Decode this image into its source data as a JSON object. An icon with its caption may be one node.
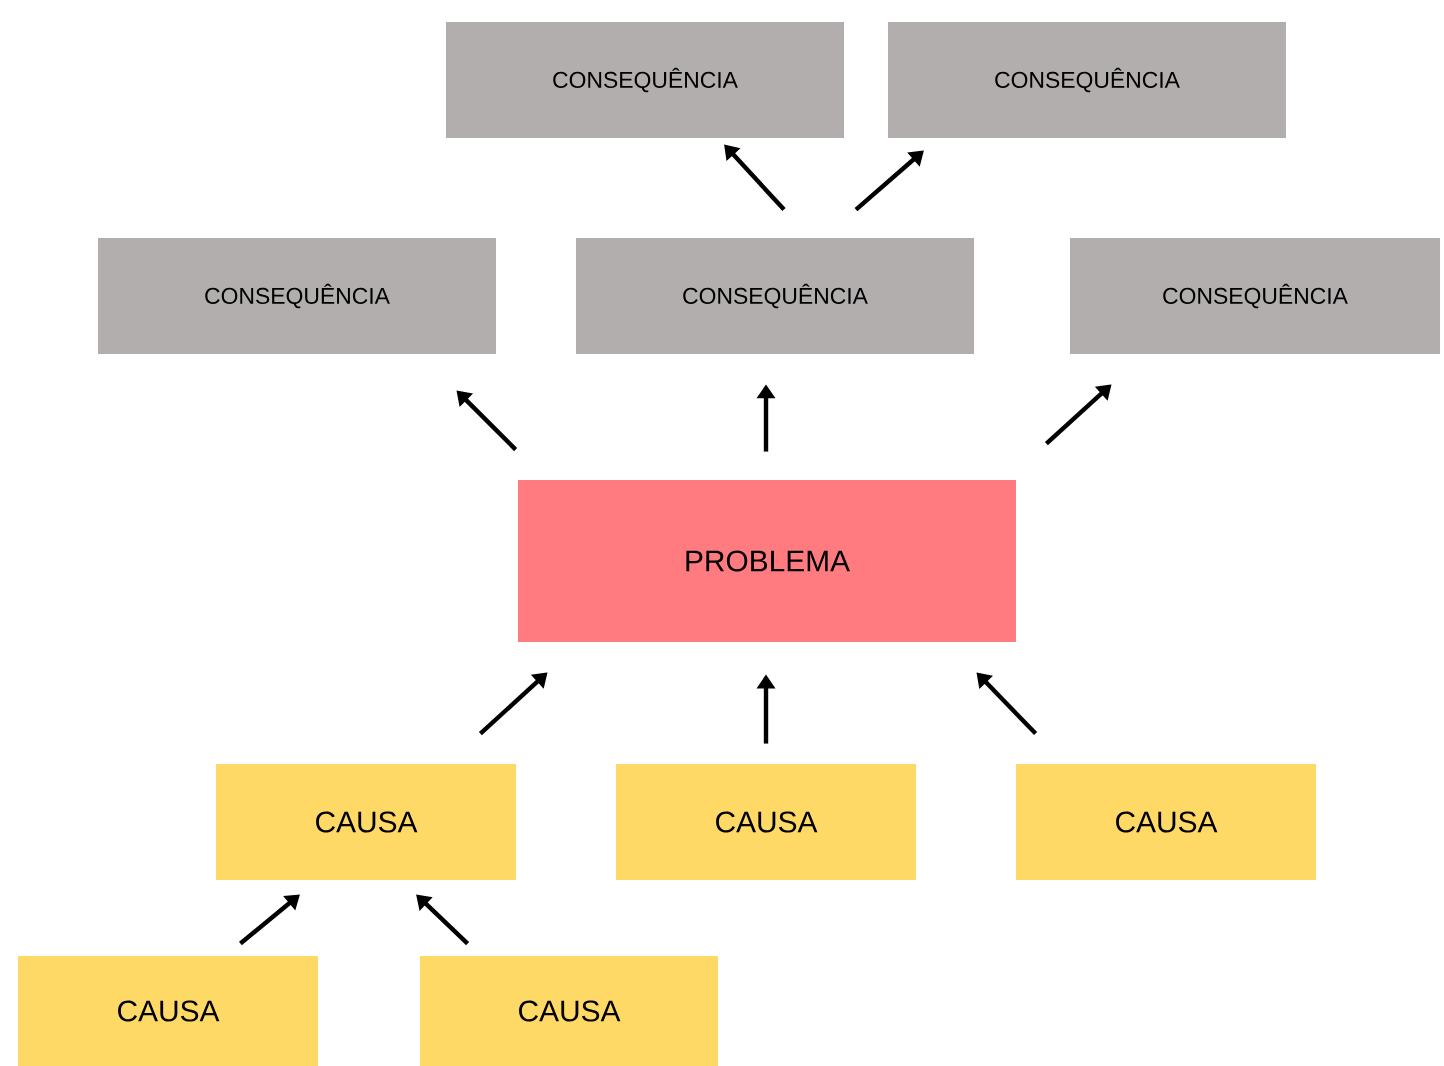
{
  "diagram": {
    "nodes": [
      {
        "text": [
          "CONSEQUÊNCIA"
        ]
      },
      {
        "text": [
          "CONSEQUÊNCIA"
        ]
      },
      {
        "text": [
          "CONSEQUÊNCIA"
        ]
      },
      {
        "text": [
          "CONSEQUÊNCIA"
        ]
      },
      {
        "text": [
          "CONSEQUÊNCIA"
        ]
      },
      {
        "text": [
          "PROBLEMA"
        ]
      },
      {
        "text": [
          "CAUSA"
        ]
      },
      {
        "text": [
          "CAUSA"
        ]
      },
      {
        "text": [
          "CAUSA"
        ]
      },
      {
        "text": [
          "CAUSA"
        ]
      },
      {
        "text": [
          "CAUSA"
        ]
      }
    ],
    "edges": [
      {
        "from": 3,
        "to": 0,
        "arrow": "to"
      },
      {
        "from": 3,
        "to": 1,
        "arrow": "to"
      },
      {
        "from": 5,
        "to": 2,
        "arrow": "to"
      },
      {
        "from": 5,
        "to": 3,
        "arrow": "to"
      },
      {
        "from": 5,
        "to": 4,
        "arrow": "to"
      },
      {
        "from": 6,
        "to": 5,
        "arrow": "to"
      },
      {
        "from": 7,
        "to": 5,
        "arrow": "to"
      },
      {
        "from": 8,
        "to": 5,
        "arrow": "to"
      },
      {
        "from": 9,
        "to": 6,
        "arrow": "to"
      },
      {
        "from": 10,
        "to": 6,
        "arrow": "to"
      }
    ]
  }
}
